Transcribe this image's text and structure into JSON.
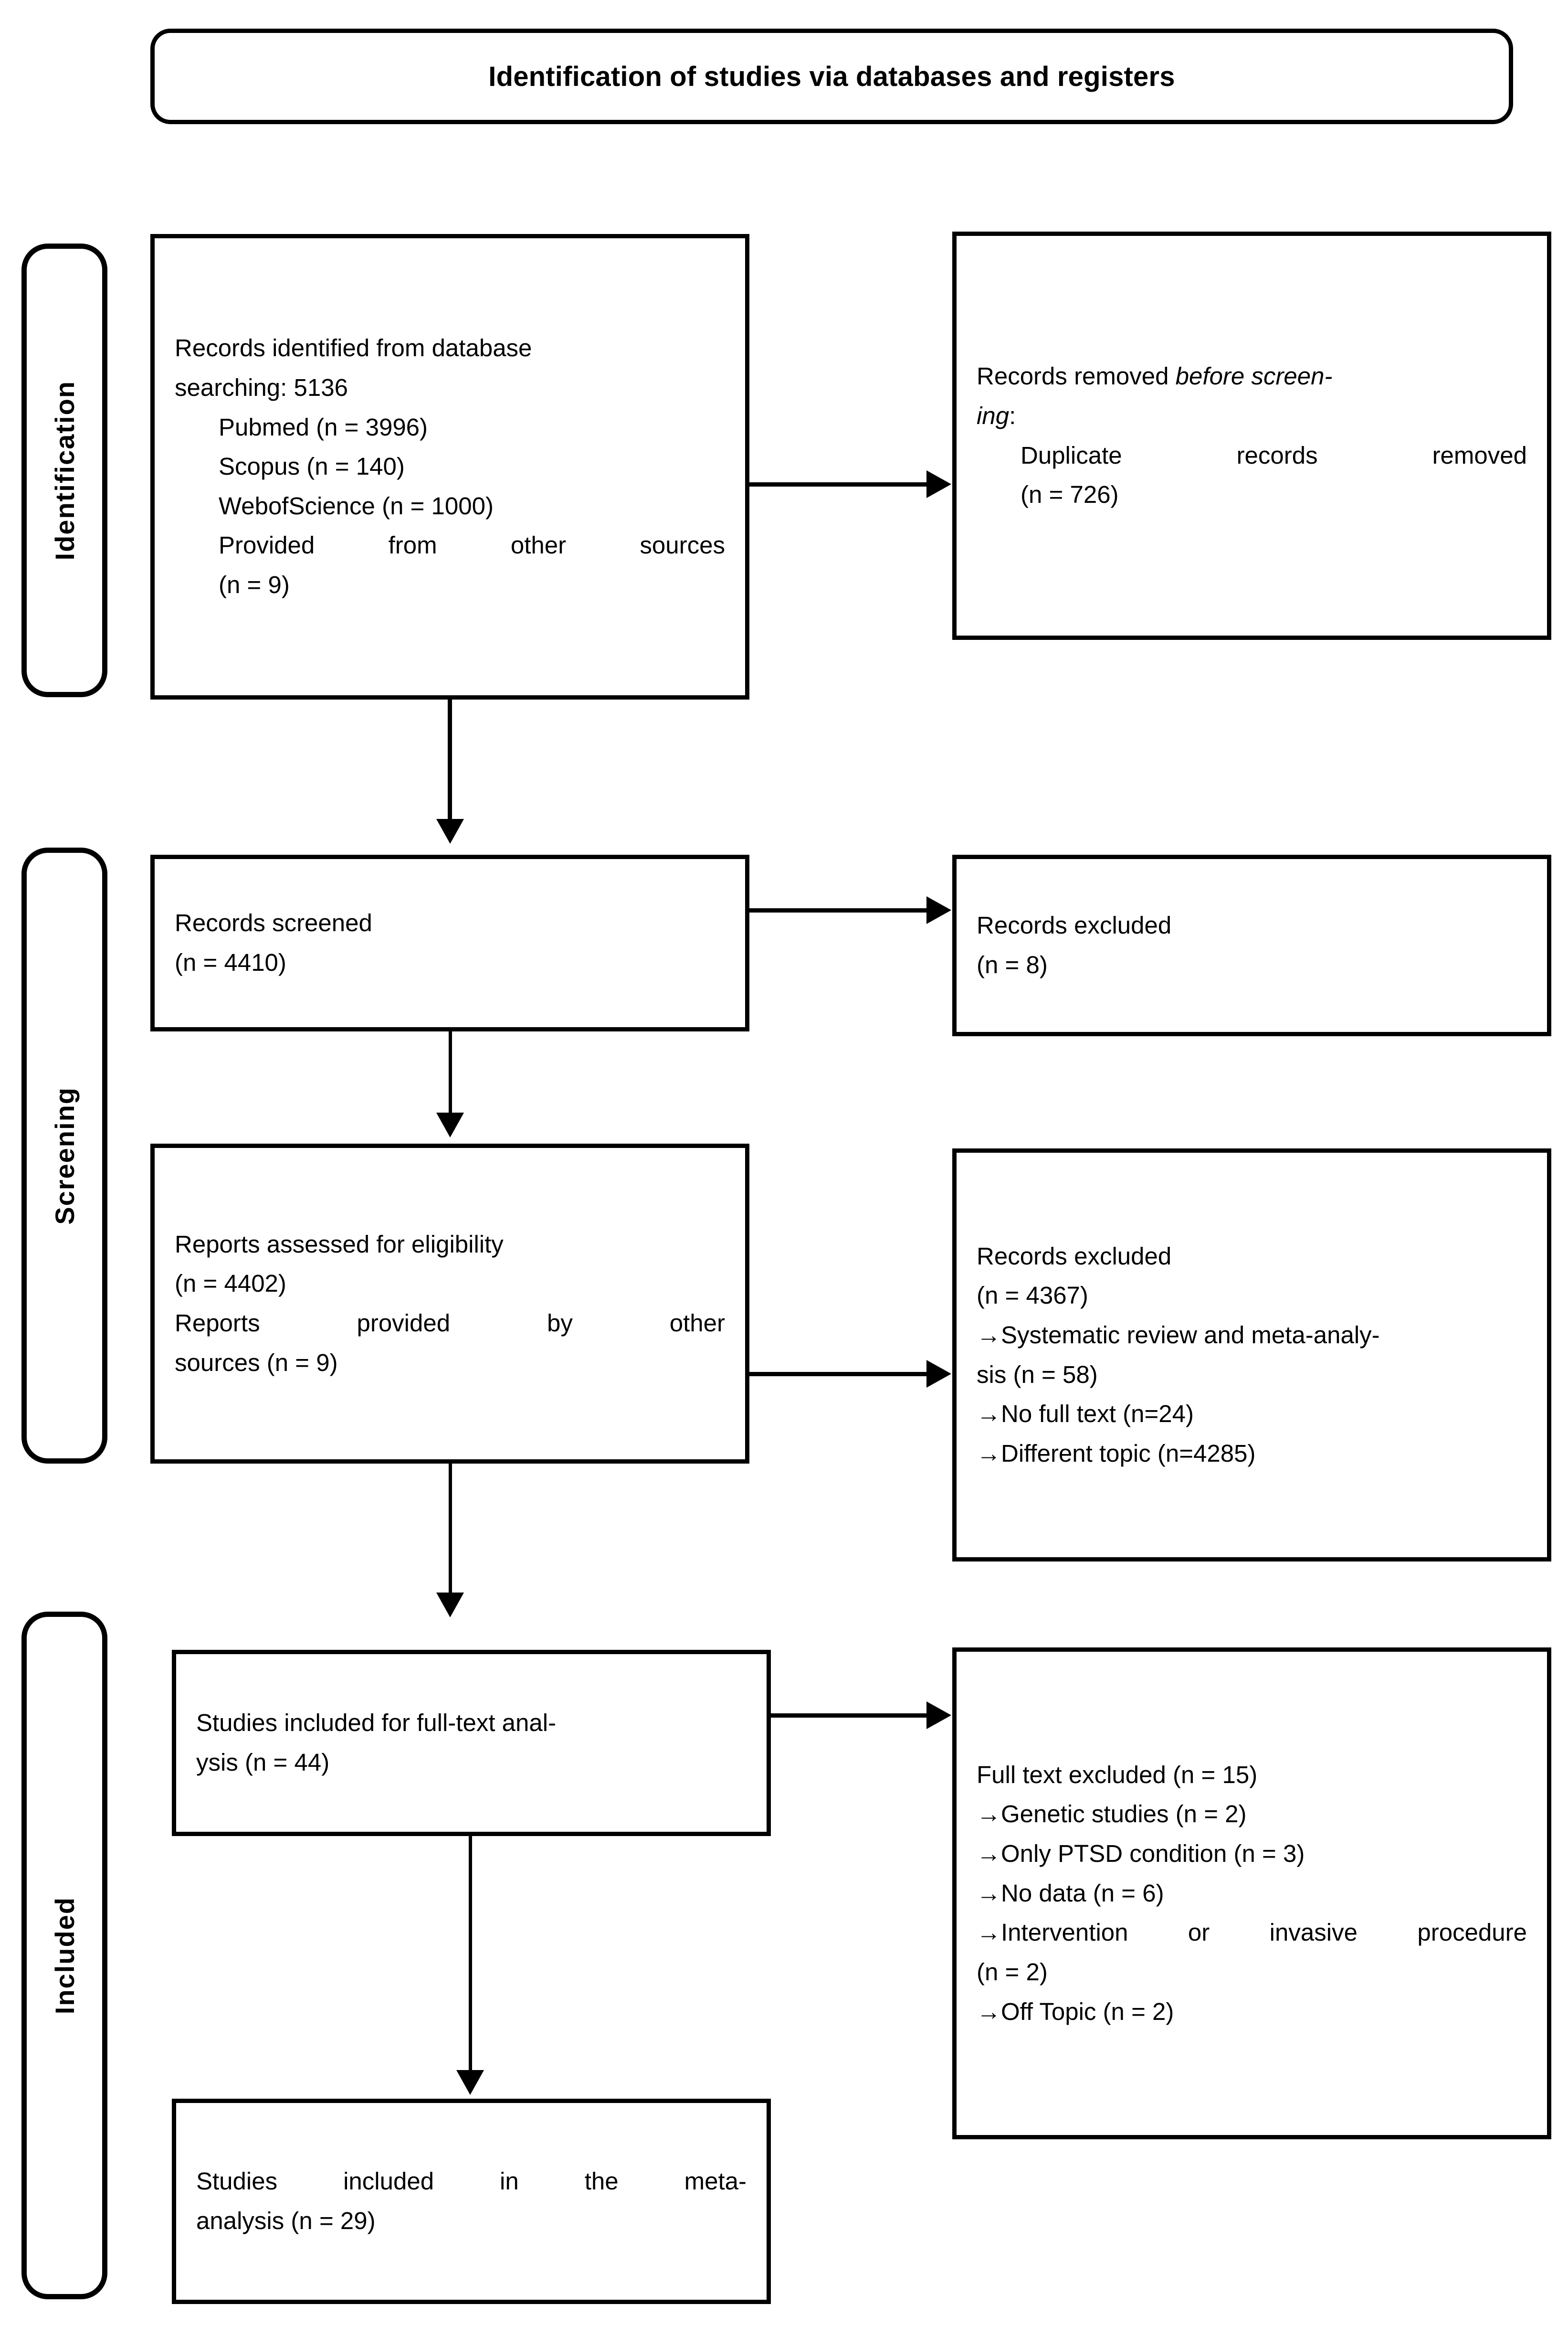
{
  "title": {
    "text": "Identification of studies via databases and registers"
  },
  "stages": [
    {
      "id": "identification",
      "label": "Identification"
    },
    {
      "id": "screening",
      "label": "Screening"
    },
    {
      "id": "included",
      "label": "Included"
    }
  ],
  "boxes": {
    "identified": {
      "line1": "Records identified from database",
      "line2": "searching: 5136",
      "line3": "Pubmed (n = 3996)",
      "line4": "Scopus (n = 140)",
      "line5": "WebofScience (n = 1000)",
      "line6": "Provided from other sources",
      "line7": "(n = 9)"
    },
    "removed": {
      "line1_a": "Records removed ",
      "line1_b": "before screen-",
      "line2_b": "ing",
      "line2_c": ":",
      "line3": "Duplicate records removed",
      "line4": "(n = 726)"
    },
    "screened": {
      "line1": "Records screened",
      "line2": "(n = 4410)"
    },
    "excluded_1": {
      "line1": "Records excluded",
      "line2": "(n = 8)"
    },
    "eligibility": {
      "line1": "Reports assessed for eligibility",
      "line2": "(n = 4402)",
      "line3": "Reports provided by other",
      "line4": "sources (n = 9)"
    },
    "excluded_2": {
      "line1": "Records excluded",
      "line2": "(n = 4367)",
      "line3": "→Systematic review and meta-analy-",
      "line4": "sis (n = 58)",
      "line5": "→No full text (n=24)",
      "line6": "→Different topic (n=4285)"
    },
    "fulltext_included": {
      "line1": "Studies included for full-text anal-",
      "line2": "ysis (n = 44)"
    },
    "fulltext_excluded": {
      "line1": "Full text excluded (n = 15)",
      "line2": "→Genetic studies (n = 2)",
      "line3": "→Only PTSD condition (n = 3)",
      "line4": "→No data (n = 6)",
      "line5": "→Intervention or invasive procedure",
      "line6": "(n = 2)",
      "line7": "→Off Topic (n = 2)"
    },
    "metaanalysis": {
      "line1": "Studies included in the meta-",
      "line2": "analysis (n = 29)"
    }
  },
  "colors": {
    "stroke": "#000000",
    "background": "#ffffff",
    "text": "#000000"
  }
}
